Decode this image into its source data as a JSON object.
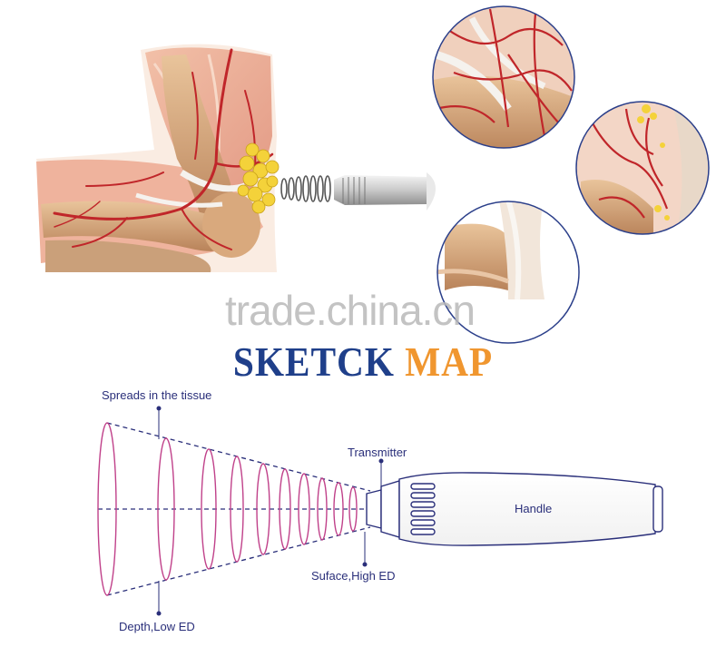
{
  "watermark": "trade.china.cn",
  "title": {
    "part1": "SKETCK",
    "part2": "MAP"
  },
  "labels": {
    "spreads": "Spreads in the tissue",
    "transmitter": "Transmitter",
    "handle": "Handle",
    "surface": "Suface,High ED",
    "depth": "Depth,Low ED"
  },
  "colors": {
    "wave": "#c0418a",
    "line": "#2a2f7a",
    "title_blue": "#1f3f8a",
    "title_orange": "#f0962f",
    "artery": "#c0262a",
    "fat": "#f4d23a",
    "bone": "#d6a87a"
  }
}
